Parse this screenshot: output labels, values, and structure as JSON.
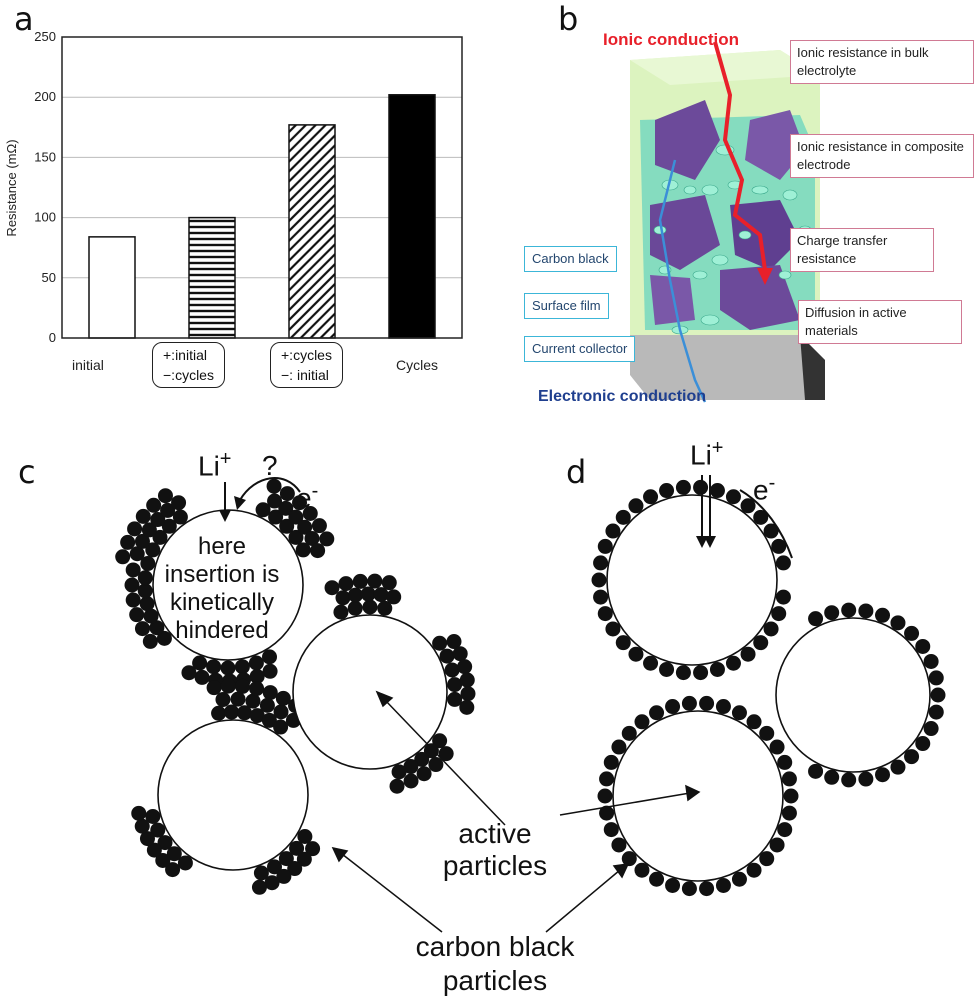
{
  "panels": {
    "a": {
      "letter": "a",
      "chart_data": {
        "type": "bar",
        "categories": [
          "initial",
          "+:initial −:cycles",
          "+:cycles −: initial",
          "Cycles"
        ],
        "values": [
          84,
          100,
          177,
          202
        ],
        "bar_styles": [
          "white",
          "horizontal-hatch",
          "diagonal-hatch",
          "black"
        ],
        "ylabel": "Resistance (mΩ)",
        "ylim": [
          0,
          250
        ],
        "yticks": [
          "0",
          "50",
          "100",
          "150",
          "200",
          "250"
        ],
        "grid": "horizontal"
      },
      "cat_initial": "initial",
      "cat_cycles": "Cycles",
      "box1_line1": "+:initial",
      "box1_line2": "−:cycles",
      "box2_line1": "+:cycles",
      "box2_line2": "−: initial"
    },
    "b": {
      "letter": "b",
      "ionic_conduction": "Ionic conduction",
      "electronic_conduction": "Electronic conduction",
      "pink_boxes": [
        "Ionic resistance in bulk electrolyte",
        "Ionic resistance in composite electrode",
        "Charge transfer resistance",
        "Diffusion in active materials"
      ],
      "blue_boxes": [
        "Carbon black",
        "Surface film",
        "Current collector"
      ],
      "colors": {
        "ionic": "#e8202a",
        "electronic": "#1f3f8f",
        "electrolyte": "#d6f0b0",
        "active": "#6c4a9a",
        "carbon": "#7fe3c6"
      }
    },
    "c": {
      "letter": "c",
      "li": "Li",
      "plus": "+",
      "question": "?",
      "e": "e",
      "minus": "-",
      "hindered_text": [
        "here",
        "insertion is",
        "kinetically",
        "hindered"
      ]
    },
    "d": {
      "letter": "d",
      "li": "Li",
      "plus": "+",
      "e": "e",
      "minus": "-"
    },
    "labels": {
      "active": [
        "active",
        "particles"
      ],
      "carbon": [
        "carbon black",
        "particles"
      ]
    }
  }
}
